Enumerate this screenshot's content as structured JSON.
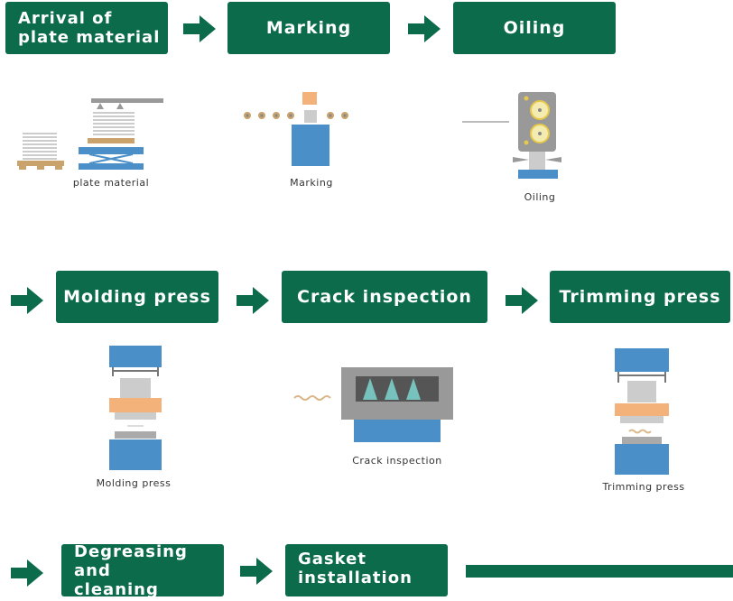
{
  "colors": {
    "step_green": "#0b6b4a",
    "blue": "#4a8fc7",
    "gray": "#aaaaaa",
    "orange": "#f2b27a",
    "tan": "#c9a26c"
  },
  "steps": {
    "arrival": "Arrival of\nplate material",
    "marking": "Marking",
    "oiling": "Oiling",
    "molding": "Molding press",
    "crack": "Crack inspection",
    "trimming": "Trimming press",
    "degreasing": "Degreasing and\ncleaning",
    "gasket": "Gasket\ninstallation"
  },
  "captions": {
    "plate_material": "plate material",
    "marking": "Marking",
    "oiling": "Oiling",
    "molding": "Molding press",
    "crack": "Crack inspection",
    "trimming": "Trimming press"
  },
  "icons": {
    "flow_arrow": "right-arrow-icon"
  }
}
